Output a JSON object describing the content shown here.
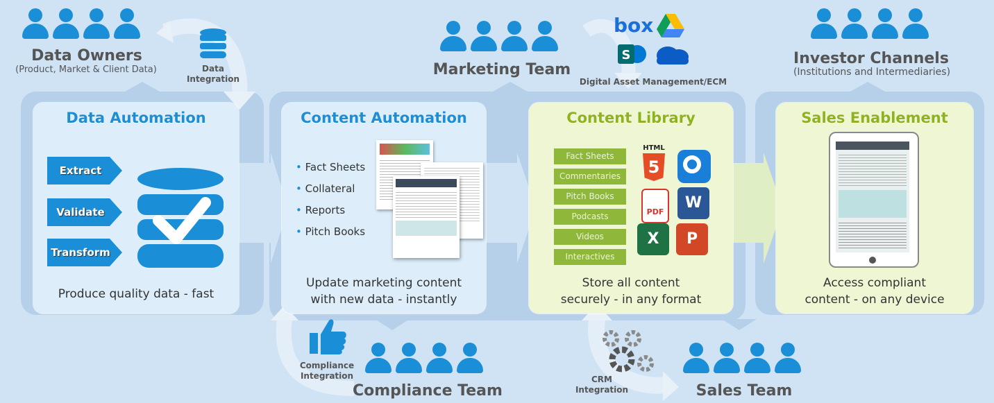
{
  "groups": {
    "data_owners": {
      "title": "Data Owners",
      "sub": "(Product, Market & Client Data)"
    },
    "marketing": {
      "title": "Marketing Team"
    },
    "investor": {
      "title": "Investor Channels",
      "sub": "(Institutions and Intermediaries)"
    },
    "compliance": {
      "title": "Compliance Team"
    },
    "sales": {
      "title": "Sales Team"
    }
  },
  "integrations": {
    "data": [
      "Data",
      "Integration"
    ],
    "dam": "Digital Asset Management/ECM",
    "compliance": [
      "Compliance",
      "Integration"
    ],
    "crm": [
      "CRM",
      "Integration"
    ]
  },
  "logos": {
    "box": "box"
  },
  "panels": {
    "data_automation": {
      "title": "Data Automation",
      "steps": [
        "Extract",
        "Validate",
        "Transform"
      ],
      "caption": "Produce quality data - fast"
    },
    "content_automation": {
      "title": "Content Automation",
      "bullets": [
        "Fact Sheets",
        "Collateral",
        "Reports",
        "Pitch Books"
      ],
      "caption": [
        "Update marketing content",
        "with new data - instantly"
      ]
    },
    "content_library": {
      "title": "Content Library",
      "items": [
        "Fact Sheets",
        "Commentaries",
        "Pitch Books",
        "Podcasts",
        "Videos",
        "Interactives"
      ],
      "format_icons": {
        "html": "HTML",
        "html_num": "5",
        "pdf": "PDF",
        "word": "W",
        "excel": "X",
        "ppt": "P"
      },
      "caption": [
        "Store all content",
        "securely - in any format"
      ]
    },
    "sales_enablement": {
      "title": "Sales Enablement",
      "caption": [
        "Access compliant",
        "content - on any device"
      ]
    }
  },
  "colors": {
    "blue": "#1a8fd8",
    "green": "#8fb21f",
    "track": "#b5d0e8",
    "arrow": "#ffffff"
  }
}
